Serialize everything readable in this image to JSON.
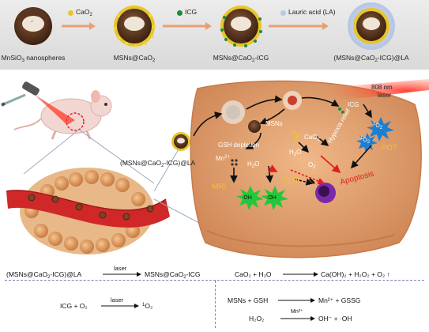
{
  "synthesis": {
    "stages": [
      {
        "name": "MnSiO",
        "sub": "3",
        "suffix": " nanospheres"
      },
      {
        "name": "MSNs@CaO",
        "sub": "2",
        "suffix": ""
      },
      {
        "name": "MSNs@CaO",
        "sub": "2",
        "suffix": "-ICG"
      },
      {
        "name": "(MSNs@CaO",
        "sub": "2",
        "suffix": "-ICG)@LA"
      }
    ],
    "reagents": [
      {
        "label": "CaO",
        "sub": "2"
      },
      {
        "label": "ICG",
        "sub": ""
      },
      {
        "label": "Lauric acid (LA)",
        "sub": ""
      }
    ]
  },
  "diagram": {
    "laser_label_1": "808 nm",
    "laser_label_2": "laser",
    "particle_label": "(MSNs@CaO",
    "particle_label_sub": "2",
    "particle_label_suffix": "-ICG)@LA",
    "msns": "MSNs",
    "cao2": "CaO",
    "cao2_sub": "2",
    "icg": "ICG",
    "singlet_oxygen": "O",
    "singlet_sup": "1",
    "singlet_sub": "2",
    "gsh_depletion": "GSH depletion",
    "mn": "Mn",
    "mn_sup": "2+",
    "h2o2": "H",
    "o2": "O",
    "hypoxia_relief": "Hypoxia relief",
    "mri": "MRI",
    "cdt": "CDT",
    "pdt": "PDT",
    "apoptosis": "Apoptosis",
    "oh": "OH"
  },
  "equations": {
    "eq1_left": "(MSNs@CaO",
    "eq1_left_sub": "2",
    "eq1_left_suffix": "-ICG)@LA",
    "eq1_cond": "laser",
    "eq1_right": "MSNs@CaO",
    "eq1_right_sub": "2",
    "eq1_right_suffix": "-ICG",
    "eq2": "CaO₂ + H₂O",
    "eq2_right": "Ca(OH)₂ + H₂O₂ + O₂ ↑",
    "eq3_left": "ICG + O₂",
    "eq3_cond": "laser",
    "eq3_right_sup": "1",
    "eq3_right": "O₂",
    "eq4_left": "MSNs + GSH",
    "eq4_right": "Mn²⁺ + GSSG",
    "eq5_left": "H₂O₂",
    "eq5_cond": "Mn²⁺",
    "eq5_right": "OH⁻ + ·OH"
  },
  "colors": {
    "arrow_orange": "#e8a070",
    "tumor": "#e4a070",
    "cao2_yellow": "#e8c52a",
    "icg_green": "#1f8a3a",
    "la_blue": "#b8c8e8",
    "red_text": "#e02020",
    "yellow_text": "#f0c030",
    "dash_purple": "#8a7bb5"
  }
}
